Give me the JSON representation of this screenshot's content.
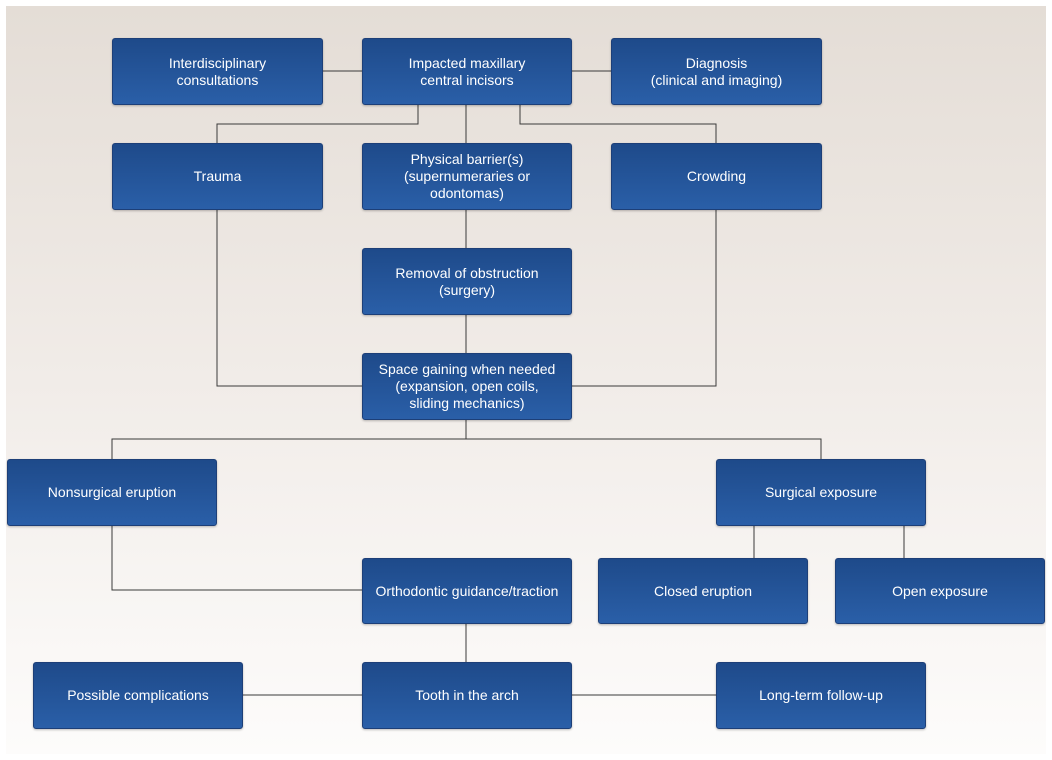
{
  "colors": {
    "box_top": "#1e4a8a",
    "box_bottom": "#2a5fa8",
    "connector": "#3a3a3a"
  },
  "nodes": {
    "interdisciplinary": "Interdisciplinary\nconsultations",
    "impacted": "Impacted maxillary\ncentral incisors",
    "diagnosis": "Diagnosis\n(clinical and imaging)",
    "trauma": "Trauma",
    "physical_barrier": "Physical barrier(s)\n(supernumeraries or\nodontomas)",
    "crowding": "Crowding",
    "removal": "Removal of obstruction\n(surgery)",
    "space_gaining": "Space gaining when needed\n(expansion, open coils,\nsliding mechanics)",
    "nonsurgical": "Nonsurgical eruption",
    "surgical": "Surgical exposure",
    "orthodontic": "Orthodontic guidance/traction",
    "closed_eruption": "Closed eruption",
    "open_exposure": "Open exposure",
    "complications": "Possible complications",
    "tooth_arch": "Tooth in the arch",
    "follow_up": "Long-term follow-up"
  }
}
